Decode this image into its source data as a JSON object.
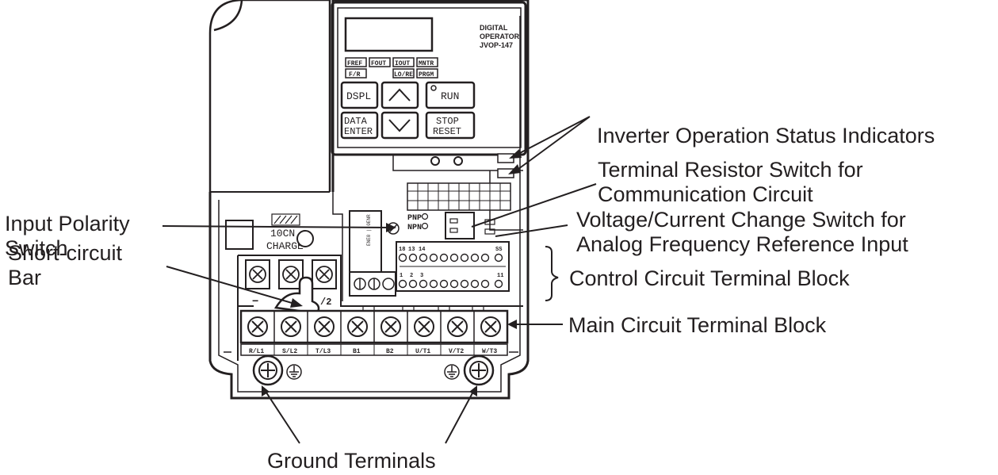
{
  "operator": {
    "title_lines": [
      "DIGITAL",
      "OPERATOR",
      "JVOP-147"
    ],
    "indicators_row1": [
      "FREF",
      "FOUT",
      "IOUT",
      "MNTR"
    ],
    "indicators_row2": [
      "F/R",
      "",
      "LO/RE",
      "PRGM"
    ],
    "keys": {
      "dspl": "DSPL",
      "data_enter": [
        "DATA",
        "ENTER"
      ],
      "run": "RUN",
      "stop_reset": [
        "STOP",
        "RESET"
      ]
    }
  },
  "device": {
    "charge_lines": [
      "10CN",
      "CHARGE"
    ],
    "switch_labels": [
      "PNP",
      "NPN"
    ],
    "main_terminal_labels": [
      "R/L1",
      "S/L2",
      "T/L3",
      "B1",
      "B2",
      "U/T1",
      "V/T2",
      "W/T3"
    ],
    "bus_labels": [
      "−",
      "/2"
    ],
    "control_terminal_top_labels": [
      "18",
      "13",
      "14",
      "",
      "",
      "",
      "",
      "",
      "",
      "SS"
    ],
    "control_terminal_bottom_labels": [
      "1",
      "2",
      "3",
      "",
      "",
      "",
      "",
      "",
      "",
      "11"
    ]
  },
  "callouts": {
    "status_indicators": "Inverter Operation Status Indicators",
    "terminal_resistor": [
      "Terminal Resistor Switch for",
      "Communication Circuit"
    ],
    "input_polarity": [
      "Input Polarity",
      "Switch"
    ],
    "voltage_current": [
      "Voltage/Current Change Switch for",
      "Analog Frequency Reference Input"
    ],
    "short_circuit": [
      "Short-circuit",
      "Bar"
    ],
    "control_block": "Control Circuit Terminal Block",
    "main_block": "Main Circuit Terminal Block",
    "ground": "Ground Terminals"
  }
}
